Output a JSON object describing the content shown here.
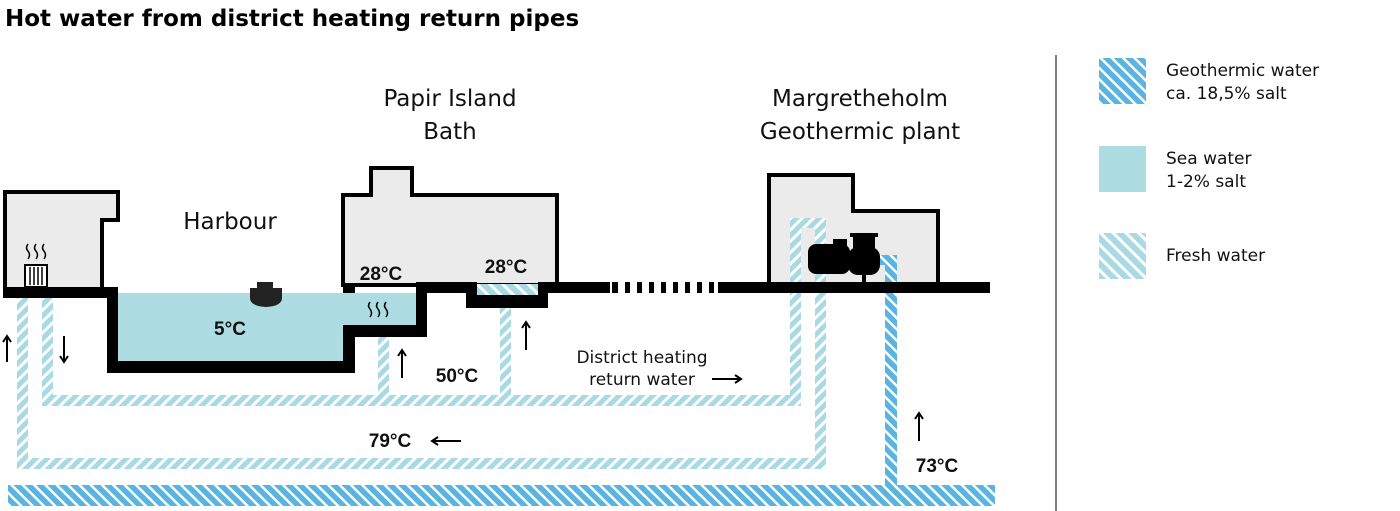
{
  "title": "Hot water from district heating return pipes",
  "labels": {
    "papir_island": [
      "Papir Island",
      "Bath"
    ],
    "margretheholm": [
      "Margretheholm",
      "Geothermic plant"
    ],
    "harbour": "Harbour",
    "district_heating": [
      "District heating",
      "return water"
    ]
  },
  "temperatures": {
    "harbour": "5°C",
    "pool_1": "28°C",
    "pool_2": "28°C",
    "supply": "50°C",
    "return_pipe": "79°C",
    "geothermic": "73°C"
  },
  "legend": [
    {
      "label": [
        "Geothermic water",
        "ca. 18,5% salt"
      ],
      "color": "#5ab4e0"
    },
    {
      "label": [
        "Sea water",
        "1-2% salt"
      ],
      "color": "#aedce3"
    },
    {
      "label": [
        "Fresh water"
      ],
      "color": "#a9d9e2"
    }
  ]
}
